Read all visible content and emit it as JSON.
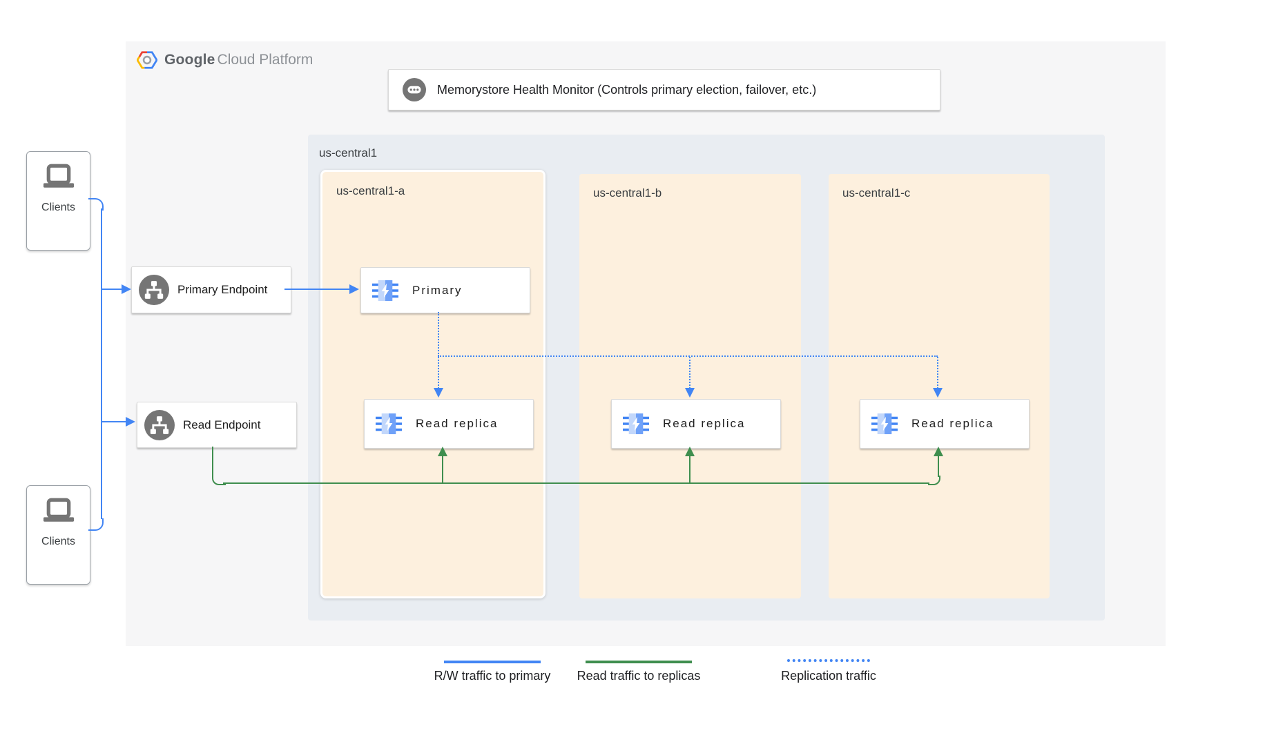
{
  "header": {
    "logo_primary": "Google",
    "logo_secondary": "Cloud Platform"
  },
  "health_monitor": {
    "label": "Memorystore Health Monitor (Controls primary election, failover, etc.)"
  },
  "region": {
    "label": "us-central1",
    "zones": [
      {
        "label": "us-central1-a"
      },
      {
        "label": "us-central1-b"
      },
      {
        "label": "us-central1-c"
      }
    ]
  },
  "clients": {
    "top": "Clients",
    "bottom": "Clients"
  },
  "endpoints": {
    "primary": "Primary Endpoint",
    "read": "Read Endpoint"
  },
  "nodes": {
    "primary": "Primary",
    "replica_a": "Read replica",
    "replica_b": "Read replica",
    "replica_c": "Read replica"
  },
  "legend": {
    "rw": {
      "label": "R/W traffic to primary",
      "color": "#4285f4",
      "style": "solid"
    },
    "read": {
      "label": "Read traffic to replicas",
      "color": "#3f8e4e",
      "style": "solid"
    },
    "replication": {
      "label": "Replication traffic",
      "color": "#4285f4",
      "style": "dotted"
    }
  },
  "colors": {
    "blue": "#4285f4",
    "green": "#3f8e4e",
    "zone_fill": "#fdf0de",
    "region_fill": "#e9edf2",
    "panel_fill": "#f6f6f7",
    "icon_gray": "#757575"
  }
}
